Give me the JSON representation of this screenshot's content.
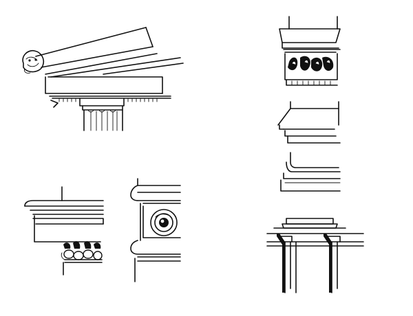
{
  "plate": {
    "subject": "architectural-moulding-details",
    "figures": [
      {
        "name": "pediment-cornice-with-lion-head"
      },
      {
        "name": "column-capital-with-leaf-frieze"
      },
      {
        "name": "simple-cornice-profile"
      },
      {
        "name": "capital-with-egg-moulding"
      },
      {
        "name": "panel-with-rosette"
      },
      {
        "name": "base-moulding-profile"
      },
      {
        "name": "entablature-on-pilasters"
      }
    ],
    "colors": {
      "ink": "#111111",
      "paper": "#ffffff"
    }
  }
}
